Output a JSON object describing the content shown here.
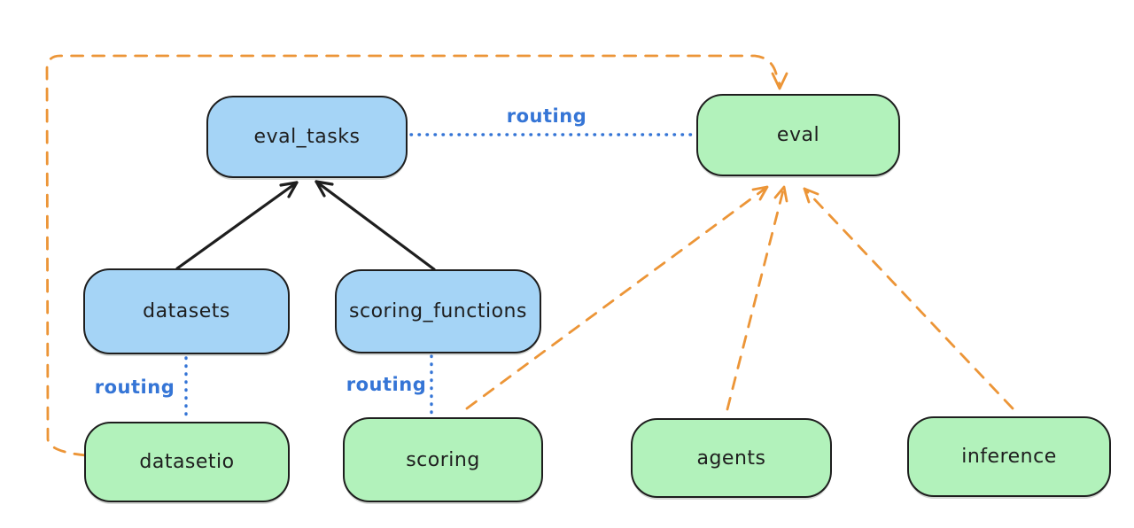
{
  "colors": {
    "canvas_bg": "#ffffff",
    "box_border": "#1e1e1e",
    "text": "#1e1e1e",
    "blue_fill": "#a5d4f6",
    "green_fill": "#b2f2bb",
    "routing_blue": "#3575d6",
    "orange": "#ec9537",
    "black_arrow": "#1e1e1e"
  },
  "nodes": {
    "eval_tasks": {
      "label": "eval_tasks",
      "fill": "blue"
    },
    "eval": {
      "label": "eval",
      "fill": "green"
    },
    "datasets": {
      "label": "datasets",
      "fill": "blue"
    },
    "scoring_functions": {
      "label": "scoring_functions",
      "fill": "blue"
    },
    "datasetio": {
      "label": "datasetio",
      "fill": "green"
    },
    "scoring": {
      "label": "scoring",
      "fill": "green"
    },
    "agents": {
      "label": "agents",
      "fill": "green"
    },
    "inference": {
      "label": "inference",
      "fill": "green"
    }
  },
  "edges": [
    {
      "from": "datasets",
      "to": "eval_tasks",
      "style": "solid-arrow",
      "color": "black"
    },
    {
      "from": "scoring_functions",
      "to": "eval_tasks",
      "style": "solid-arrow",
      "color": "black"
    },
    {
      "from": "eval_tasks",
      "to": "eval",
      "style": "dotted",
      "color": "blue",
      "label": "routing"
    },
    {
      "from": "datasets",
      "to": "datasetio",
      "style": "dotted",
      "color": "blue",
      "label": "routing"
    },
    {
      "from": "scoring_functions",
      "to": "scoring",
      "style": "dotted",
      "color": "blue",
      "label": "routing"
    },
    {
      "from": "datasetio",
      "to": "eval",
      "style": "dashed-arrow",
      "color": "orange"
    },
    {
      "from": "scoring",
      "to": "eval",
      "style": "dashed-arrow",
      "color": "orange"
    },
    {
      "from": "agents",
      "to": "eval",
      "style": "dashed-arrow",
      "color": "orange"
    },
    {
      "from": "inference",
      "to": "eval",
      "style": "dashed-arrow",
      "color": "orange"
    }
  ]
}
